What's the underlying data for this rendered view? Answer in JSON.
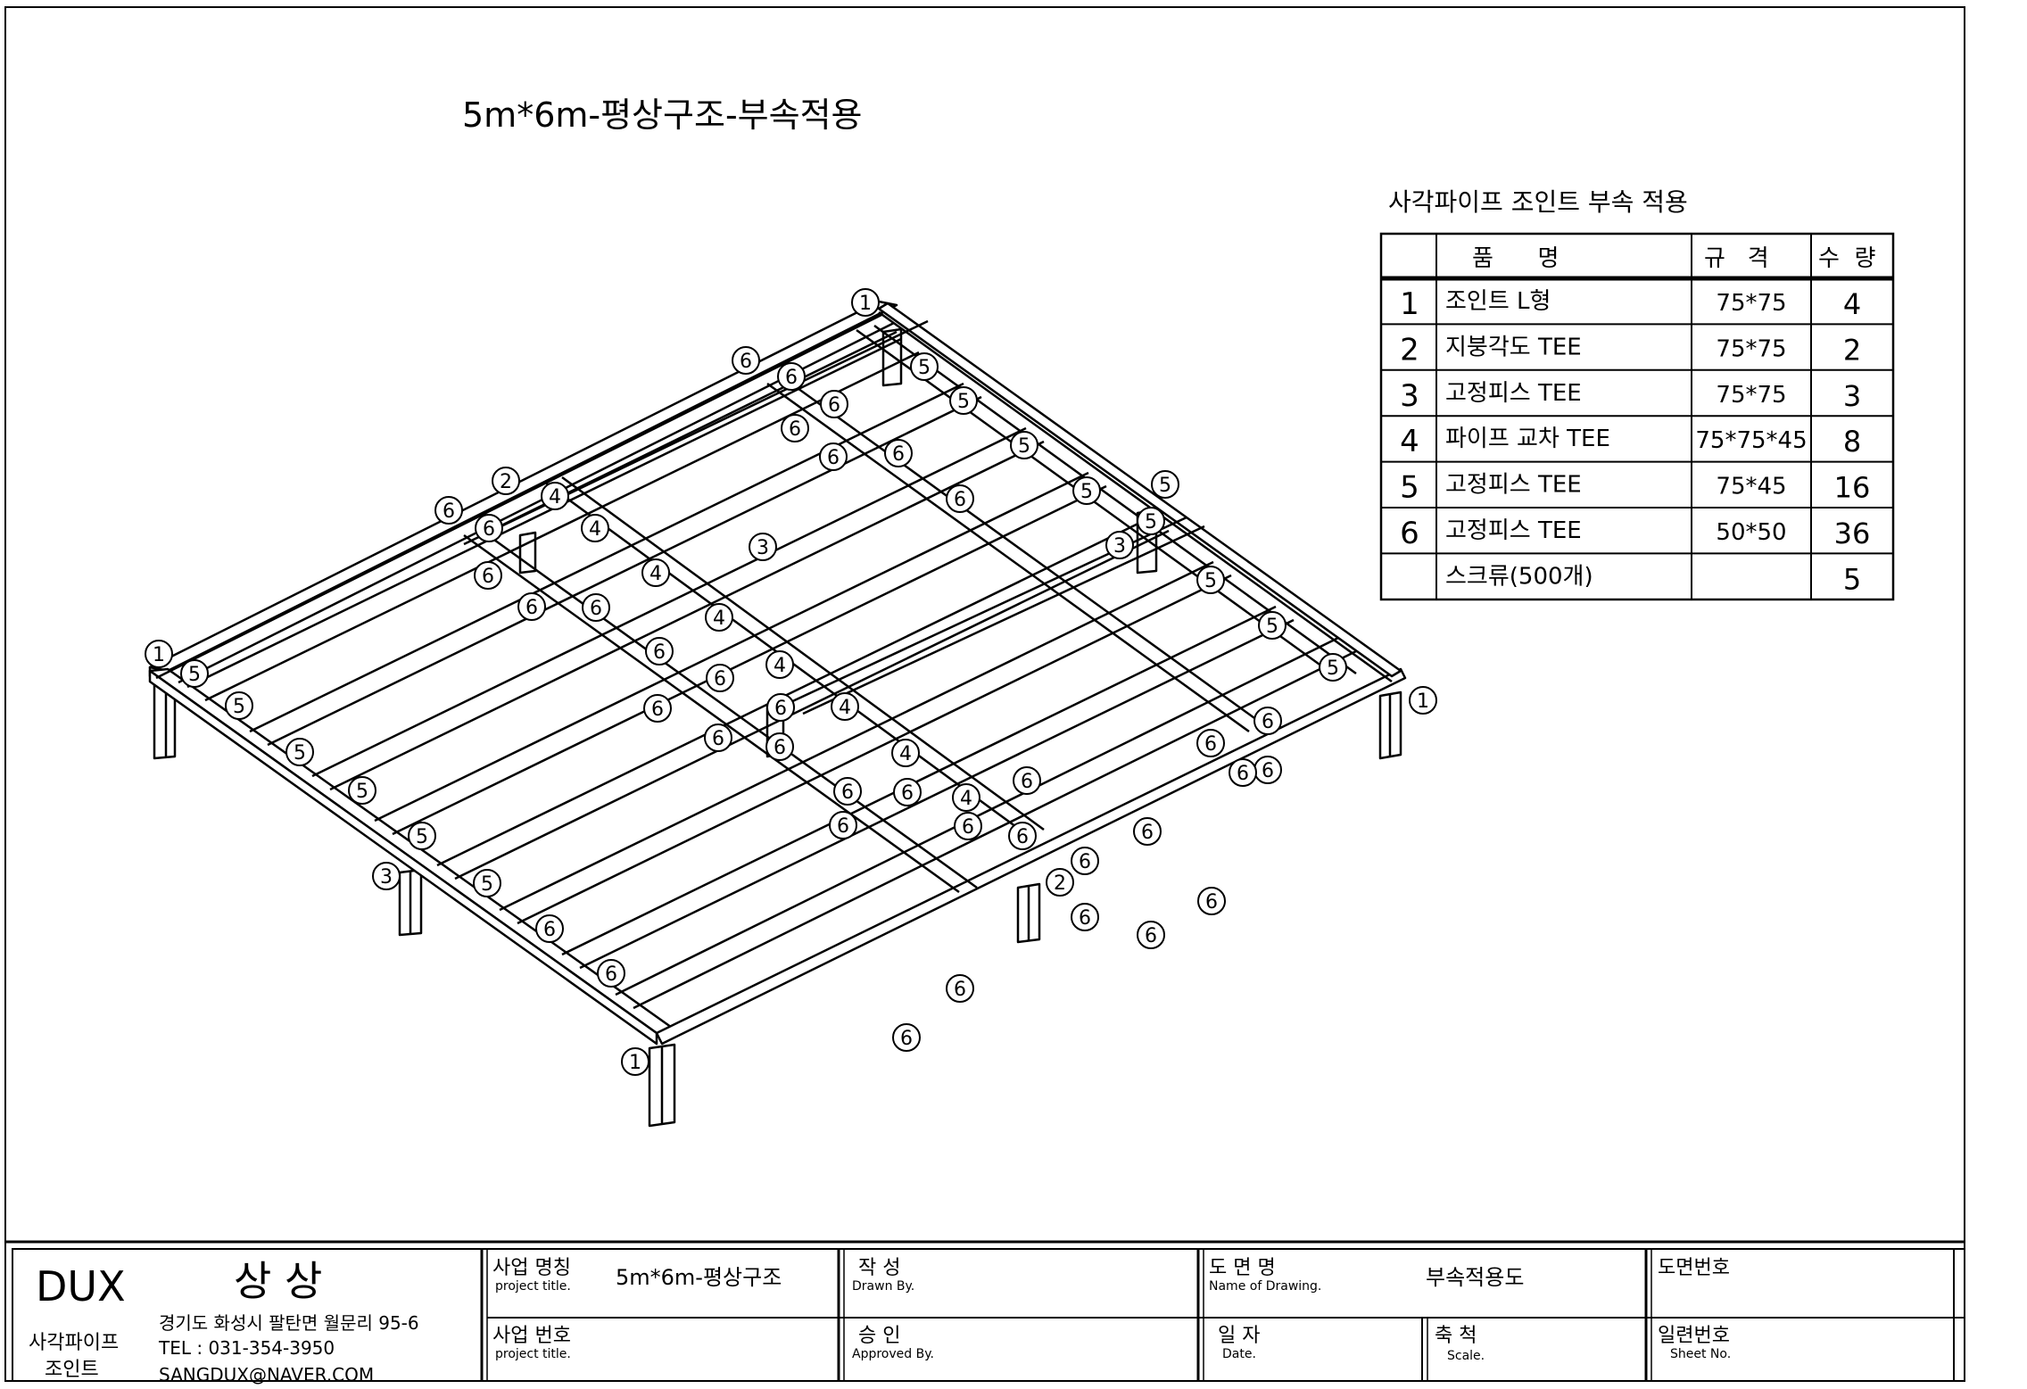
{
  "drawing_title": "5m*6m-평상구조-부속적용",
  "bom": {
    "title": "사각파이프 조인트 부속 적용",
    "headers": [
      "",
      "품      명",
      "규   격",
      "수  량"
    ],
    "rows": [
      {
        "no": "1",
        "name": "조인트 L형",
        "spec": "75*75",
        "qty": "4"
      },
      {
        "no": "2",
        "name": "지붕각도 TEE",
        "spec": "75*75",
        "qty": "2"
      },
      {
        "no": "3",
        "name": "고정피스 TEE",
        "spec": "75*75",
        "qty": "3"
      },
      {
        "no": "4",
        "name": "파이프 교차 TEE",
        "spec": "75*75*45",
        "qty": "8"
      },
      {
        "no": "5",
        "name": "고정피스 TEE",
        "spec": "75*45",
        "qty": "16"
      },
      {
        "no": "6",
        "name": "고정피스 TEE",
        "spec": "50*50",
        "qty": "36"
      },
      {
        "no": "",
        "name": "스크류(500개)",
        "spec": "",
        "qty": "5"
      }
    ]
  },
  "title_block": {
    "company_en": "DUX",
    "company_ko": "상 상",
    "product_line1": "사각파이프",
    "product_line2": "조인트",
    "address": "경기도 화성시 팔탄면 월문리 95-6",
    "tel": "TEL : 031-354-3950",
    "email": "SANGDUX@NAVER.COM",
    "project_title_ko": "사업 명칭",
    "project_title_en": "project title.",
    "project_title_value": "5m*6m-평상구조",
    "project_no_ko": "사업 번호",
    "project_no_en": "project title.",
    "drawn_ko": "작   성",
    "drawn_en": "Drawn By.",
    "approved_ko": "승   인",
    "approved_en": "Approved By.",
    "drawing_name_ko": "도  면  명",
    "drawing_name_en": "Name of Drawing.",
    "drawing_name_value": "부속적용도",
    "date_ko": "일  자",
    "date_en": "Date.",
    "scale_ko": "축  척",
    "scale_en": "Scale.",
    "drawing_no_ko": "도면번호",
    "sheet_no_ko": "일련번호",
    "sheet_no_en": "Sheet No."
  },
  "callouts": [
    "1",
    "1",
    "1",
    "1",
    "2",
    "2",
    "3",
    "3",
    "3",
    "4",
    "4",
    "4",
    "4",
    "4",
    "4",
    "4",
    "4",
    "5",
    "5",
    "5",
    "5",
    "5",
    "5",
    "5",
    "5",
    "5",
    "5",
    "5",
    "5",
    "5",
    "5",
    "5",
    "6",
    "6",
    "6",
    "6",
    "6",
    "6",
    "6",
    "6",
    "6",
    "6",
    "6",
    "6",
    "6",
    "6",
    "6",
    "6",
    "6",
    "6",
    "6",
    "6",
    "6",
    "6",
    "6",
    "6",
    "6",
    "6",
    "6",
    "6",
    "6",
    "6",
    "6",
    "6",
    "6",
    "6",
    "6",
    "6",
    "6"
  ]
}
